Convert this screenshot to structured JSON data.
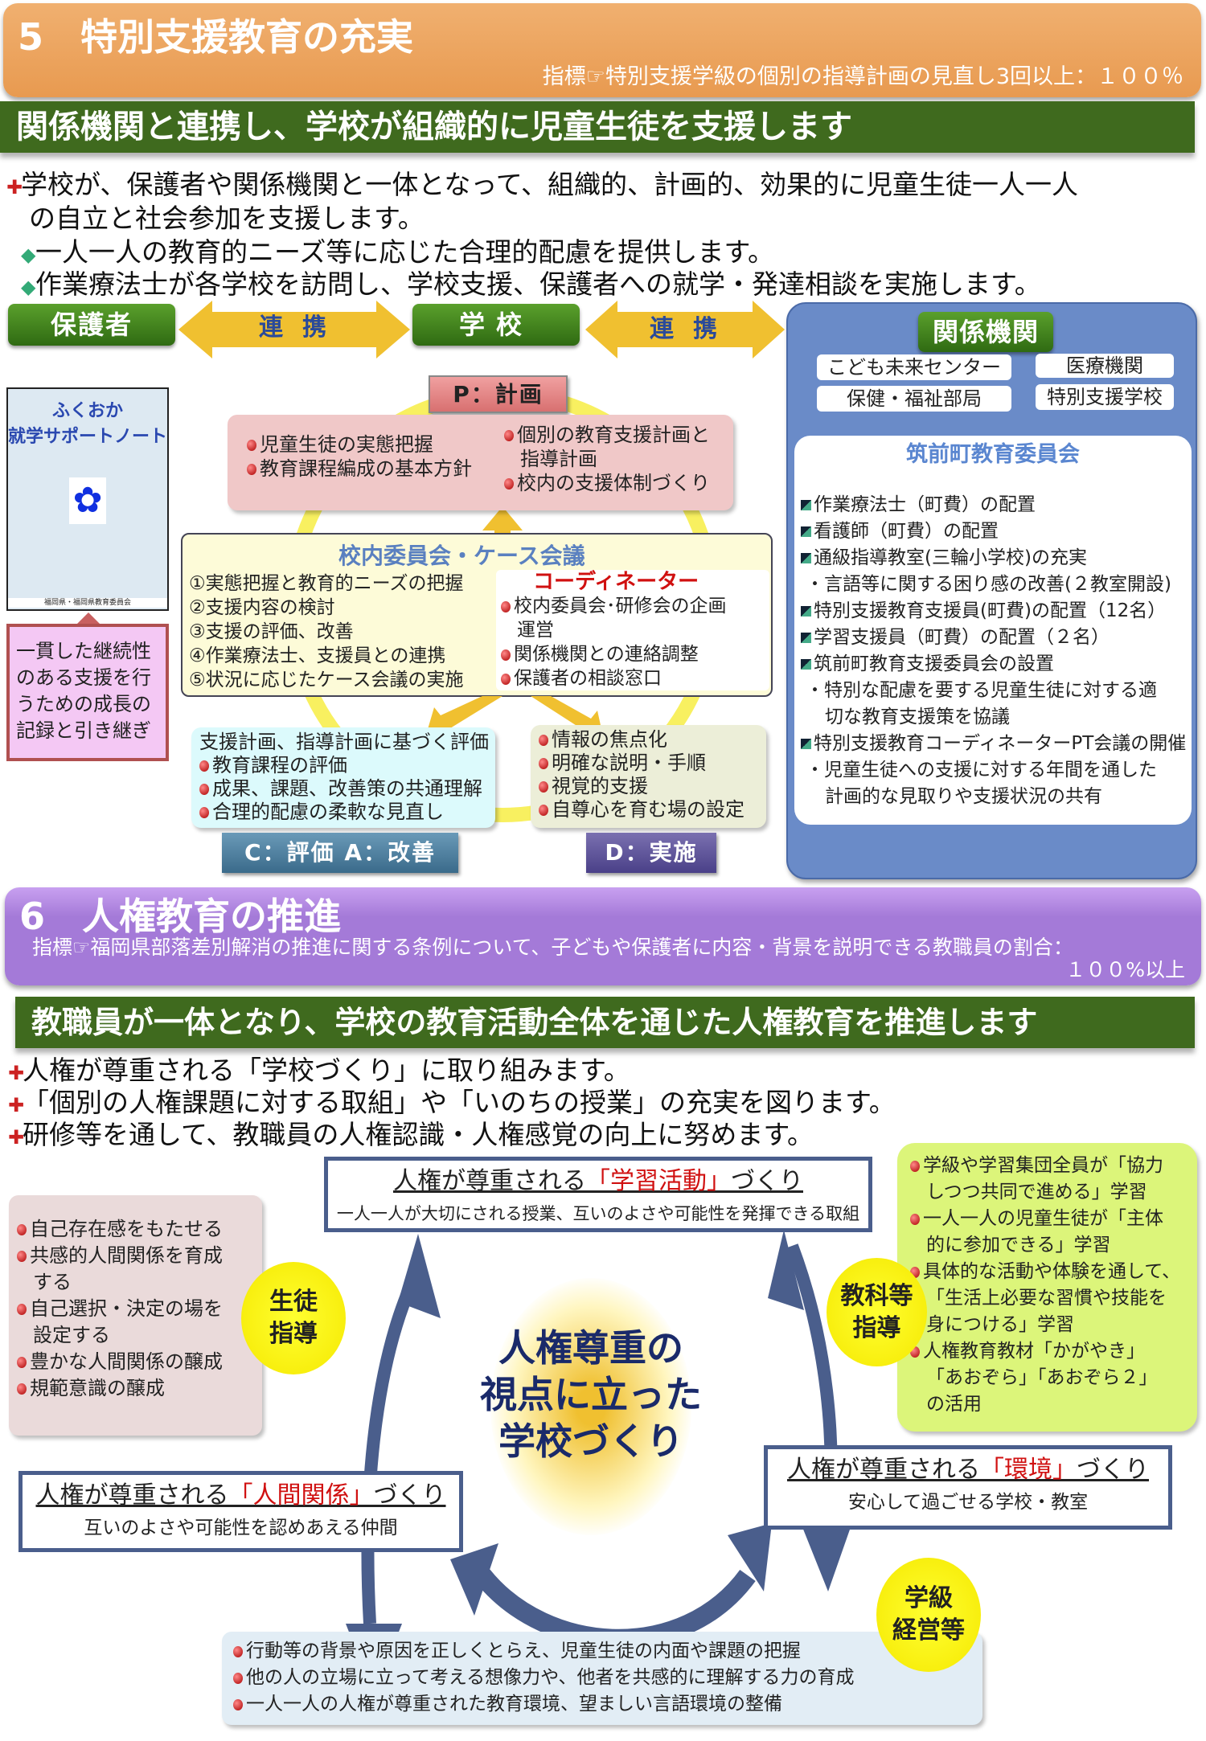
{
  "s5": {
    "title": "5　特別支援教育の充実",
    "indicator": "指標☞特別支援学級の個別の指導計画の見直し3回以上：１００％",
    "band": "関係機関と連携し、学校が組織的に児童生徒を支援します",
    "bullets": [
      "学校が、保護者や関係機関と一体となって、組織的、計画的、効果的に児童生徒一人一人",
      "の自立と社会参加を支援します。",
      "一人一人の教育的ニーズ等に応じた合理的配慮を提供します。",
      "作業療法士が各学校を訪問し、学校支援、保護者への就学・発達相談を実施します。"
    ],
    "parents": "保護者",
    "school": "学校",
    "link": "連携",
    "agencies": {
      "title": "関係機関",
      "items": [
        "こども未来センター",
        "医療機関",
        "保健・福祉部局",
        "特別支援学校"
      ],
      "board": "筑前町教育委員会",
      "lines": [
        {
          "m": "sq",
          "t": "作業療法士（町費）の配置"
        },
        {
          "m": "sq",
          "t": "看護師（町費）の配置"
        },
        {
          "m": "sq",
          "t": "通級指導教室(三輪小学校)の充実"
        },
        {
          "m": "dot",
          "t": "言語等に関する困り感の改善(２教室開設)"
        },
        {
          "m": "sq",
          "t": "特別支援教育支援員(町費)の配置（12名）"
        },
        {
          "m": "sq",
          "t": "学習支援員（町費）の配置（２名）"
        },
        {
          "m": "sq",
          "t": "筑前町教育支援委員会の設置"
        },
        {
          "m": "dot",
          "t": "特別な配慮を要する児童生徒に対する適"
        },
        {
          "m": "",
          "t": "切な教育支援策を協議"
        },
        {
          "m": "sq",
          "t": "特別支援教育コーディネーターPT会議の開催"
        },
        {
          "m": "dot",
          "t": "児童生徒への支援に対する年間を通した"
        },
        {
          "m": "",
          "t": "計画的な見取りや支援状況の共有"
        }
      ]
    },
    "note": {
      "title1": "ふくおか",
      "title2": "就学サポートノート",
      "footer": "福岡県・福岡県教育委員会"
    },
    "continuity": "一貫した継続性のある支援を行うための成長の記録と引き継ぎ",
    "plan": {
      "tab": "P：計画",
      "left": [
        "児童生徒の実態把握",
        "教育課程編成の基本方針"
      ],
      "right1": "個別の教育支援計画と",
      "right1b": "指導計画",
      "right2": "校内の支援体制づくり"
    },
    "committee": {
      "title": "校内委員会・ケース会議",
      "items": [
        "①実態把握と教育的ニーズの把握",
        "②支援内容の検討",
        "③支援の評価、改善",
        "④作業療法士、支援員との連携",
        "⑤状況に応じたケース会議の実施"
      ],
      "coord": "コーディネーター",
      "coord_items": [
        "校内委員会･研修会の企画",
        "運営",
        "関係機関との連絡調整",
        "保護者の相談窓口"
      ]
    },
    "check": {
      "tab": "C：評価 A：改善",
      "head": "支援計画、指導計画に基づく評価",
      "items": [
        "教育課程の評価",
        "成果、課題、改善策の共通理解",
        "合理的配慮の柔軟な見直し"
      ]
    },
    "do": {
      "tab": "D：実施",
      "items": [
        "情報の焦点化",
        "明確な説明・手順",
        "視覚的支援",
        "自尊心を育む場の設定"
      ]
    }
  },
  "s6": {
    "title": "6　人権教育の推進",
    "indicator": "指標☞福岡県部落差別解消の推進に関する条例について、子どもや保護者に内容・背景を説明できる教職員の割合：",
    "indicator2": "１００%以上",
    "band": "教職員が一体となり、学校の教育活動全体を通じた人権教育を推進します",
    "bullets": [
      "人権が尊重される「学校づくり」に取り組みます。",
      "「個別の人権課題に対する取組」や「いのちの授業」の充実を図ります。",
      "研修等を通して、教職員の人権認識・人権感覚の向上に努めます。"
    ],
    "learning": {
      "pre": "人権が尊重される",
      "key": "「学習活動」",
      "post": "づくり",
      "sub": "一人一人が大切にされる授業、互いのよさや可能性を発揮できる取組"
    },
    "relations": {
      "pre": "人権が尊重される",
      "key": "「人間関係」",
      "post": "づくり",
      "sub": "互いのよさや可能性を認めあえる仲間"
    },
    "environment": {
      "pre": "人権が尊重される",
      "key": "「環境」",
      "post": "づくり",
      "sub": "安心して過ごせる学校・教室"
    },
    "guidance": {
      "label1": "生徒",
      "label2": "指導",
      "items": [
        "自己存在感をもたせる",
        "共感的人間関係を育成",
        "する",
        "自己選択・決定の場を",
        "設定する",
        "豊かな人間関係の醸成",
        "規範意識の醸成"
      ]
    },
    "subject": {
      "label1": "教科等",
      "label2": "指導",
      "items": [
        "学級や学習集団全員が「協力",
        "しつつ共同で進める」学習",
        "一人一人の児童生徒が「主体",
        "的に参加できる」学習",
        "具体的な活動や体験を通して、",
        "「生活上必要な習慣や技能を",
        "身につける」学習",
        "人権教育教材「かがやき」",
        "「あおぞら」「あおぞら２」",
        "の活用"
      ]
    },
    "class": {
      "label1": "学級",
      "label2": "経営等",
      "items": [
        "行動等の背景や原因を正しくとらえ、児童生徒の内面や課題の把握",
        "他の人の立場に立って考える想像力や、他者を共感的に理解する力の育成",
        "一人一人の人権が尊重された教育環境、望ましい言語環境の整備"
      ]
    },
    "center": [
      "人権尊重の",
      "視点に立った",
      "学校づくり"
    ]
  },
  "colors": {
    "orange": "#eba05a",
    "purple": "#a47ad8",
    "green": "#3f6a1e",
    "blue": "#6a8bc8",
    "navy": "#4a5e8c"
  }
}
